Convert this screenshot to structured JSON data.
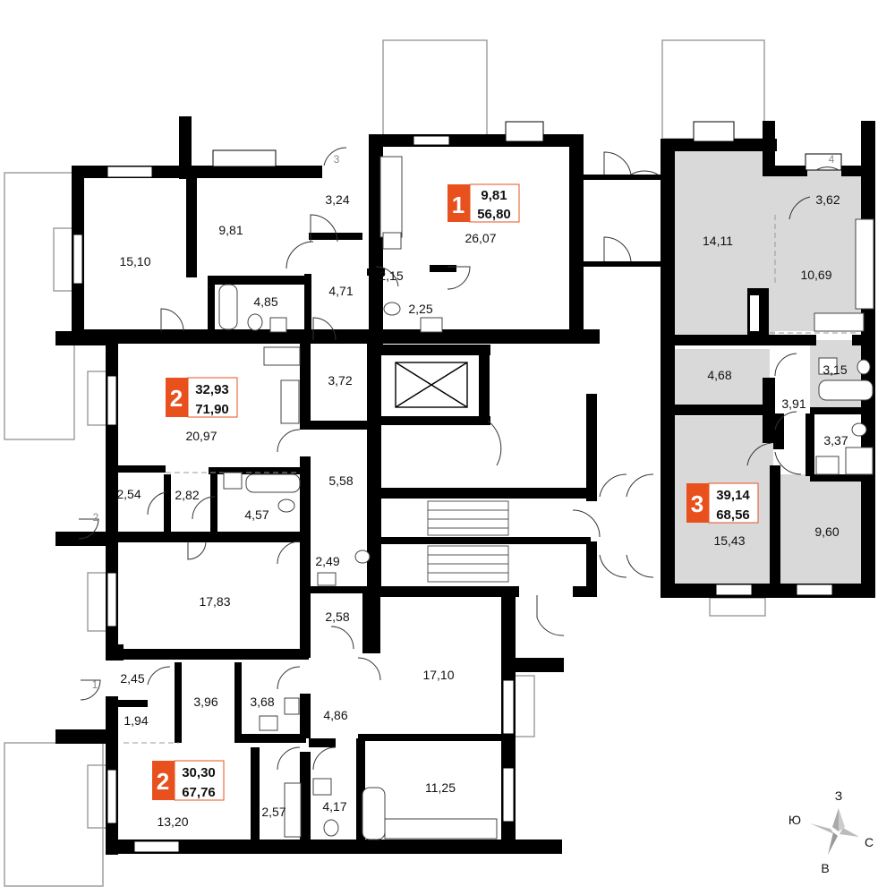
{
  "apartments": [
    {
      "num": "1",
      "living": "9,81",
      "total": "56,80",
      "color": "#e8511e"
    },
    {
      "num": "2",
      "living": "32,93",
      "total": "71,90",
      "color": "#e8511e"
    },
    {
      "num": "2",
      "living": "30,30",
      "total": "67,76",
      "color": "#e8511e"
    },
    {
      "num": "3",
      "living": "39,14",
      "total": "68,56",
      "color": "#e8511e"
    }
  ],
  "rooms": [
    "15,10",
    "9,81",
    "3,24",
    "4,85",
    "4,71",
    "2,15",
    "2,25",
    "26,07",
    "3,72",
    "20,97",
    "5,58",
    "2,54",
    "2,82",
    "4,57",
    "2,49",
    "17,83",
    "2,58",
    "17,10",
    "2,45",
    "3,96",
    "3,68",
    "4,86",
    "1,94",
    "2,57",
    "4,17",
    "11,25",
    "13,20",
    "14,11",
    "3,62",
    "10,69",
    "4,68",
    "3,15",
    "3,91",
    "3,37",
    "15,43",
    "9,60"
  ],
  "entrances": [
    "3",
    "4",
    "2",
    "1"
  ],
  "compass": {
    "north": "З",
    "west": "Ю",
    "east": "С",
    "south": "В"
  },
  "colors": {
    "accent": "#e8511e",
    "highlight_fill": "#d9d9d9",
    "wall": "#000000"
  }
}
